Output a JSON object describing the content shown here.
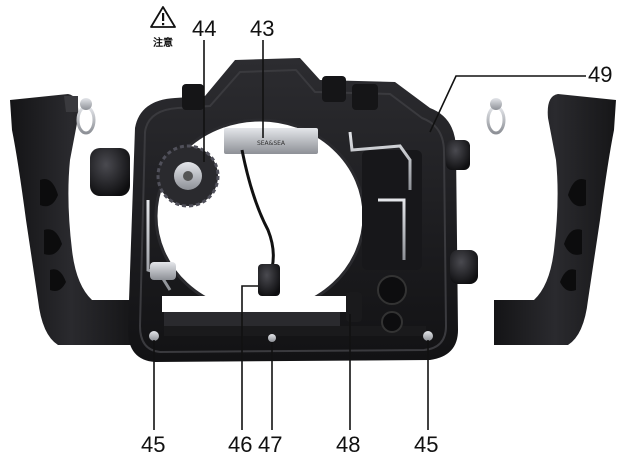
{
  "labels": {
    "c43": "43",
    "c44": "44",
    "c45_left": "45",
    "c45_right": "45",
    "c46": "46",
    "c47": "47",
    "c48": "48",
    "c49": "49"
  },
  "caution": {
    "text": "注意",
    "icon": "warning-triangle-icon"
  },
  "plate_text": "SEA&SEA",
  "colors": {
    "housing": "#1b1b1d",
    "housing_highlight": "#3a3a3e",
    "metal": "#b9bcc2",
    "leader": "#111111",
    "background": "#ffffff"
  }
}
